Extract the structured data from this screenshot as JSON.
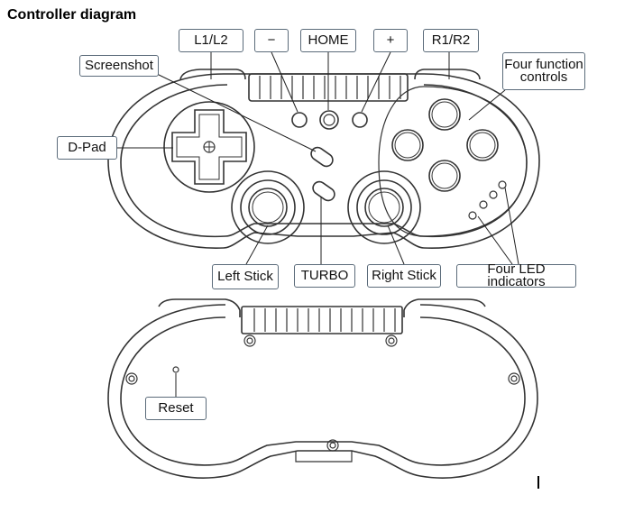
{
  "title": "Controller diagram",
  "labels": {
    "l1l2": "L1/L2",
    "minus": "−",
    "home": "HOME",
    "plus": "+",
    "r1r2": "R1/R2",
    "screenshot": "Screenshot",
    "four_function": "Four function controls",
    "dpad": "D-Pad",
    "left_stick": "Left Stick",
    "turbo": "TURBO",
    "right_stick": "Right Stick",
    "four_led": "Four LED indicators",
    "reset": "Reset"
  }
}
